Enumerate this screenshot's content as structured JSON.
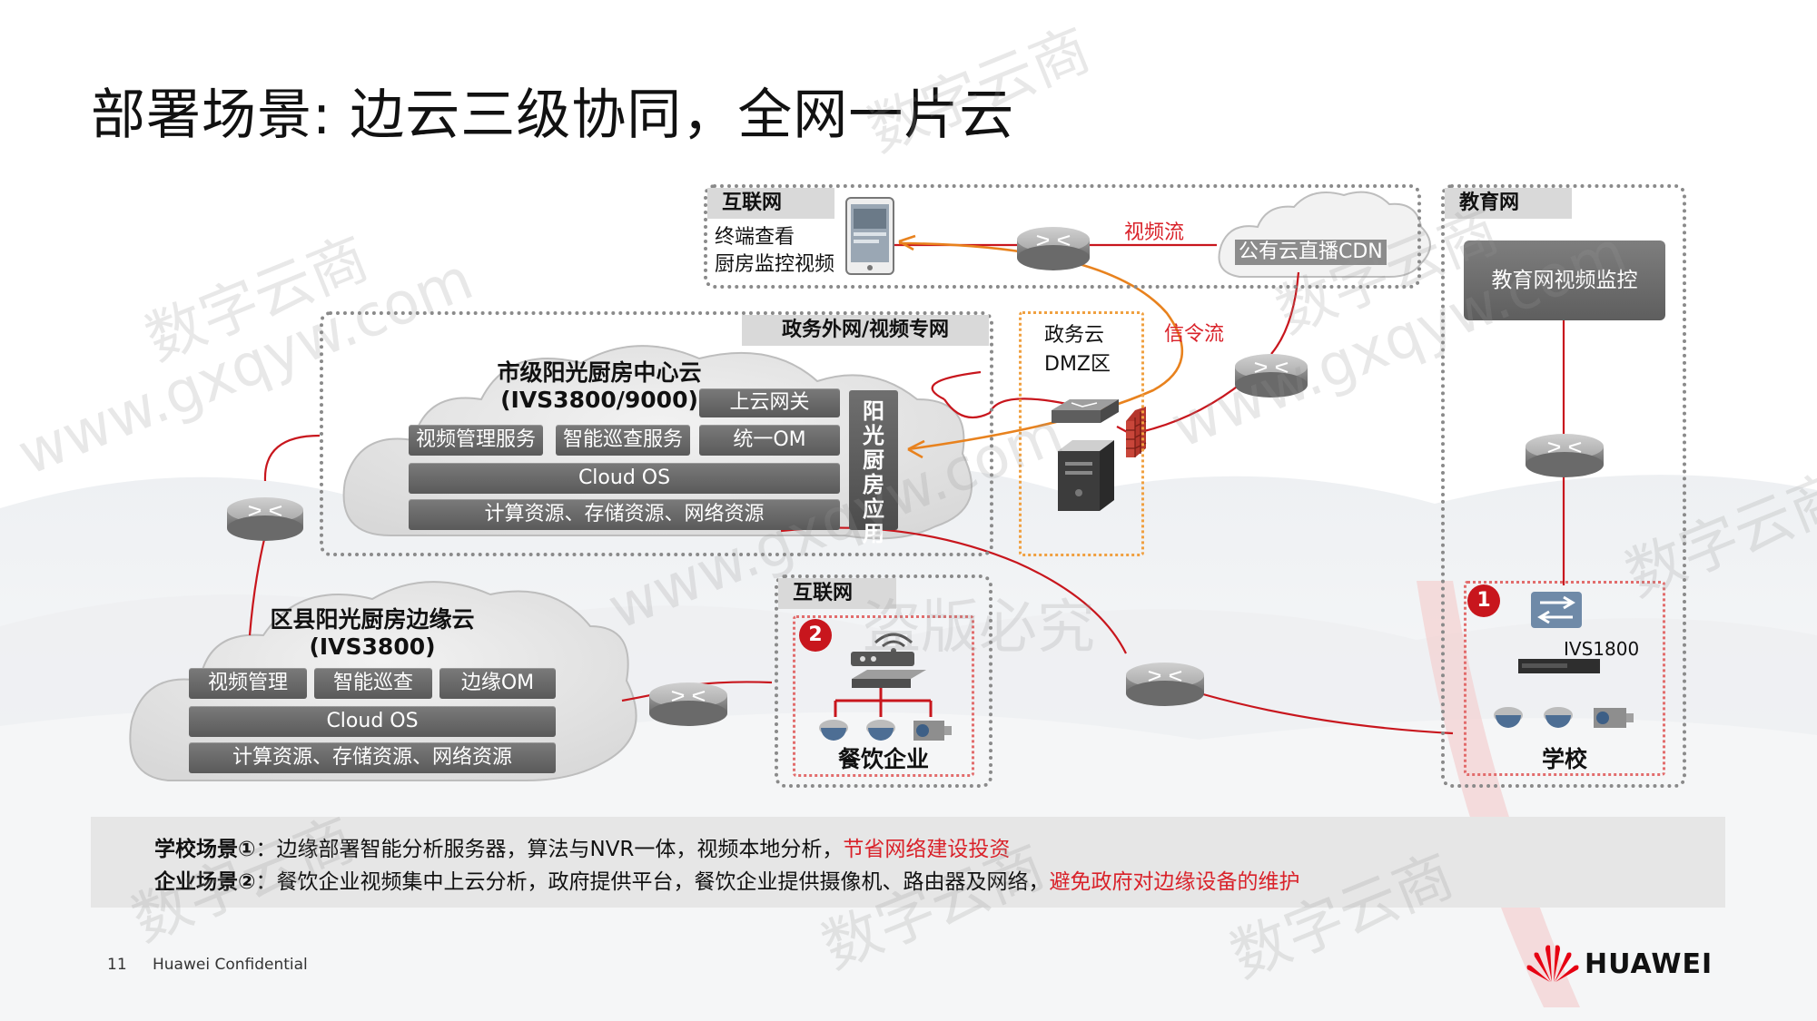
{
  "title": "部署场景: 边云三级协同，全网一片云",
  "internet_top": {
    "tag": "互联网",
    "terminal_line1": "终端查看",
    "terminal_line2": "厨房监控视频",
    "video_flow": "视频流",
    "cdn": "公有云直播CDN"
  },
  "signal_flow": "信令流",
  "gov_net": {
    "tag": "政务外网/视频专网",
    "dmz_line1": "政务云",
    "dmz_line2": "DMZ区"
  },
  "city_cloud": {
    "title_line1": "市级阳光厨房中心云",
    "title_line2": "(IVS3800/9000)",
    "gateway": "上云网关",
    "video_mgmt": "视频管理服务",
    "smart_patrol": "智能巡查服务",
    "om": "统一OM",
    "cloud_os": "Cloud OS",
    "resources": "计算资源、存储资源、网络资源",
    "app": "阳光厨房应用"
  },
  "county_cloud": {
    "title_line1": "区县阳光厨房边缘云",
    "title_line2": "(IVS3800)",
    "video_mgmt": "视频管理",
    "smart_patrol": "智能巡查",
    "edge_om": "边缘OM",
    "cloud_os": "Cloud OS",
    "resources": "计算资源、存储资源、网络资源"
  },
  "enterprise": {
    "tag": "互联网",
    "badge": "2",
    "label": "餐饮企业"
  },
  "education": {
    "tag": "教育网",
    "monitor": "教育网视频监控",
    "badge": "1",
    "device": "IVS1800",
    "label": "学校"
  },
  "notes": {
    "school_label": "学校场景①",
    "school_text": "：边缘部署智能分析服务器，算法与NVR一体，视频本地分析，",
    "school_highlight": "节省网络建设投资",
    "enterprise_label": "企业场景②",
    "enterprise_text": "：餐饮企业视频集中上云分析，政府提供平台，餐饮企业提供摄像机、路由器及网络，",
    "enterprise_highlight": "避免政府对边缘设备的维护"
  },
  "footer": {
    "page_number": "11",
    "confidential": "Huawei Confidential",
    "brand": "HUAWEI"
  },
  "watermarks": {
    "text1": "数字云商",
    "text2": "www.gxqyw.com",
    "text3": "盗版必究"
  },
  "colors": {
    "link_red": "#c8161d",
    "signal_orange": "#e8821e",
    "huawei_red": "#e60012"
  }
}
